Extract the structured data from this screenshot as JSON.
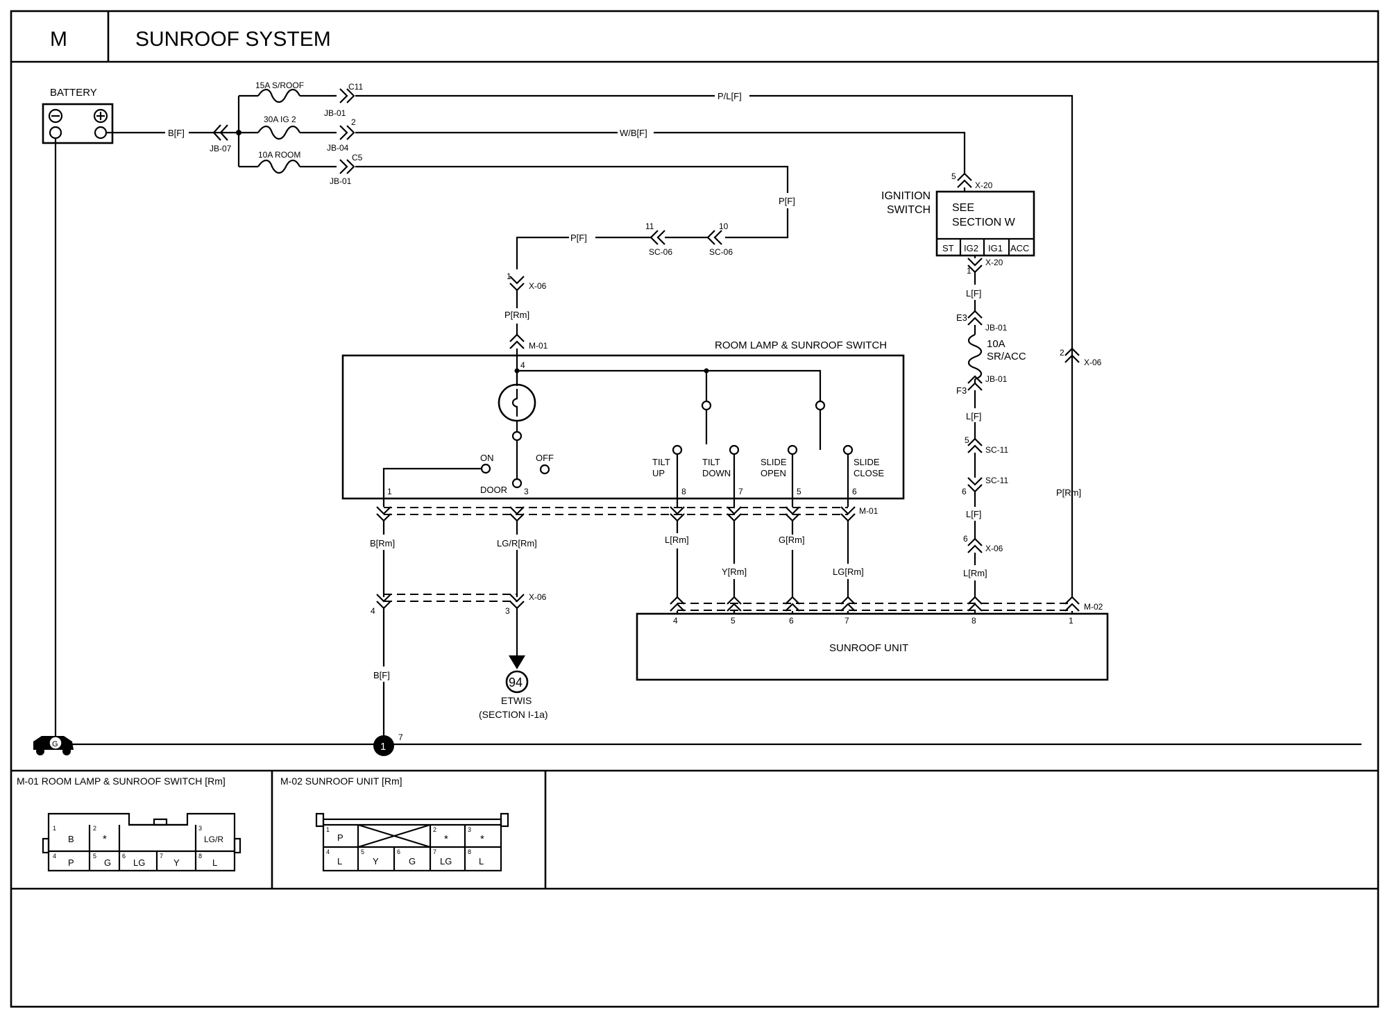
{
  "header": {
    "section_code": "M",
    "title": "SUNROOF SYSTEM"
  },
  "battery": {
    "label": "BATTERY"
  },
  "fuses": {
    "sroof": "15A S/ROOF",
    "ig2": "30A IG 2",
    "room": "10A ROOM",
    "sracc_amp": "10A",
    "sracc_name": "SR/ACC"
  },
  "wires": {
    "bf_battery": "B[F]",
    "plf": "P/L[F]",
    "wbf": "W/B[F]",
    "pf_right": "P[F]",
    "pf_left": "P[F]",
    "prm_top": "P[Rm]",
    "lf_1": "L[F]",
    "lf_2": "L[F]",
    "lf_3": "L[F]",
    "lrm_right": "L[Rm]",
    "prm_right": "P[Rm]",
    "brm": "B[Rm]",
    "lgr_rm": "LG/R[Rm]",
    "lrm": "L[Rm]",
    "yrm": "Y[Rm]",
    "grm": "G[Rm]",
    "lgrm": "LG[Rm]",
    "bf_ground": "B[F]"
  },
  "connectors": {
    "jb07": "JB-07",
    "jb01_a": "JB-01",
    "jb04": "JB-04",
    "jb01_b": "JB-01",
    "c11": "C11",
    "pin2": "2",
    "c5": "C5",
    "x20_top": "X-20",
    "x20_top_pin": "5",
    "x20_bot": "X-20",
    "x20_bot_pin": "1",
    "sc06_a": "SC-06",
    "sc06_a_pin": "11",
    "sc06_b": "SC-06",
    "sc06_b_pin": "10",
    "x06_top": "X-06",
    "x06_top_pin": "1",
    "m01_top": "M-01",
    "jb01_e3": "JB-01",
    "e3": "E3",
    "jb01_f3": "JB-01",
    "f3": "F3",
    "sc11_a": "SC-11",
    "sc11_a_pin": "5",
    "sc11_b": "SC-11",
    "sc11_b_pin": "6",
    "x06_right": "X-06",
    "x06_right_pin": "6",
    "x06_far": "X-06",
    "x06_far_pin": "2",
    "m01_bottom": "M-01",
    "x06_lower": "X-06",
    "x06_lower_pin4": "4",
    "x06_lower_pin3": "3",
    "m02": "M-02"
  },
  "ignition": {
    "label_1": "IGNITION",
    "label_2": "SWITCH",
    "see_1": "SEE",
    "see_2": "SECTION W",
    "positions": [
      "ST",
      "IG2",
      "IG1",
      "ACC"
    ]
  },
  "switch_box": {
    "title": "ROOM LAMP & SUNROOF SWITCH",
    "pin4": "4",
    "on": "ON",
    "off": "OFF",
    "door": "DOOR",
    "tilt_up_1": "TILT",
    "tilt_up_2": "UP",
    "tilt_down_1": "TILT",
    "tilt_down_2": "DOWN",
    "slide_open_1": "SLIDE",
    "slide_open_2": "OPEN",
    "slide_close_1": "SLIDE",
    "slide_close_2": "CLOSE",
    "pins": [
      "1",
      "3",
      "8",
      "7",
      "5",
      "6"
    ]
  },
  "sunroof_unit": {
    "title": "SUNROOF UNIT",
    "pins": [
      "4",
      "5",
      "6",
      "7",
      "8",
      "1"
    ]
  },
  "etwis": {
    "number": "94",
    "label_1": "ETWIS",
    "label_2": "(SECTION I-1a)"
  },
  "ground": {
    "symbol": "G",
    "splice": "1",
    "pin": "7"
  },
  "connector_views": {
    "m01": {
      "title": "M-01 ROOM LAMP & SUNROOF SWITCH [Rm]",
      "top": [
        [
          "1",
          "B"
        ],
        [
          "2",
          "*"
        ],
        [
          "3",
          "LG/R"
        ]
      ],
      "bottom": [
        [
          "4",
          "P"
        ],
        [
          "5",
          "G"
        ],
        [
          "6",
          "LG"
        ],
        [
          "7",
          "Y"
        ],
        [
          "8",
          "L"
        ]
      ]
    },
    "m02": {
      "title": "M-02 SUNROOF UNIT [Rm]",
      "top": [
        [
          "1",
          "P"
        ],
        [
          "2",
          "*"
        ],
        [
          "3",
          "*"
        ]
      ],
      "bottom": [
        [
          "4",
          "L"
        ],
        [
          "5",
          "Y"
        ],
        [
          "6",
          "G"
        ],
        [
          "7",
          "LG"
        ],
        [
          "8",
          "L"
        ]
      ]
    }
  }
}
